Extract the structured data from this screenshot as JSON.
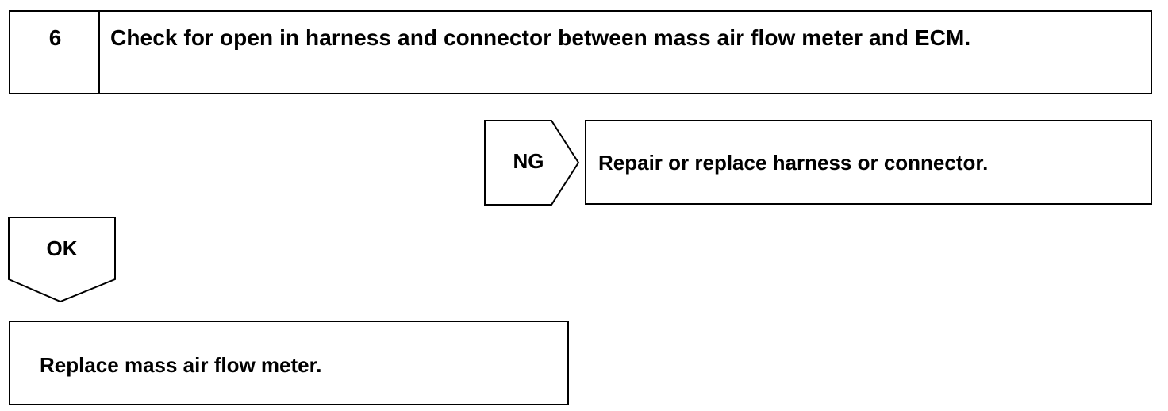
{
  "step": {
    "number": "6",
    "title": "Check for open in harness and connector between mass air flow meter and ECM."
  },
  "ng_branch": {
    "label": "NG",
    "result": "Repair or replace harness or connector."
  },
  "ok_branch": {
    "label": "OK"
  },
  "action": {
    "text": "Replace mass air flow meter."
  }
}
